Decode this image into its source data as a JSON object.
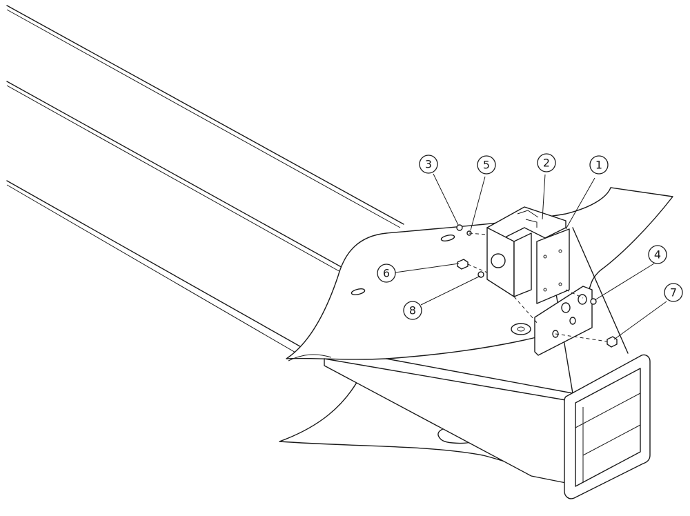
{
  "callouts": [
    {
      "id": "c1",
      "label": "1"
    },
    {
      "id": "c2",
      "label": "2"
    },
    {
      "id": "c3",
      "label": "3"
    },
    {
      "id": "c4",
      "label": "4"
    },
    {
      "id": "c5",
      "label": "5"
    },
    {
      "id": "c6",
      "label": "6"
    },
    {
      "id": "c7",
      "label": "7"
    },
    {
      "id": "c8",
      "label": "8"
    }
  ]
}
